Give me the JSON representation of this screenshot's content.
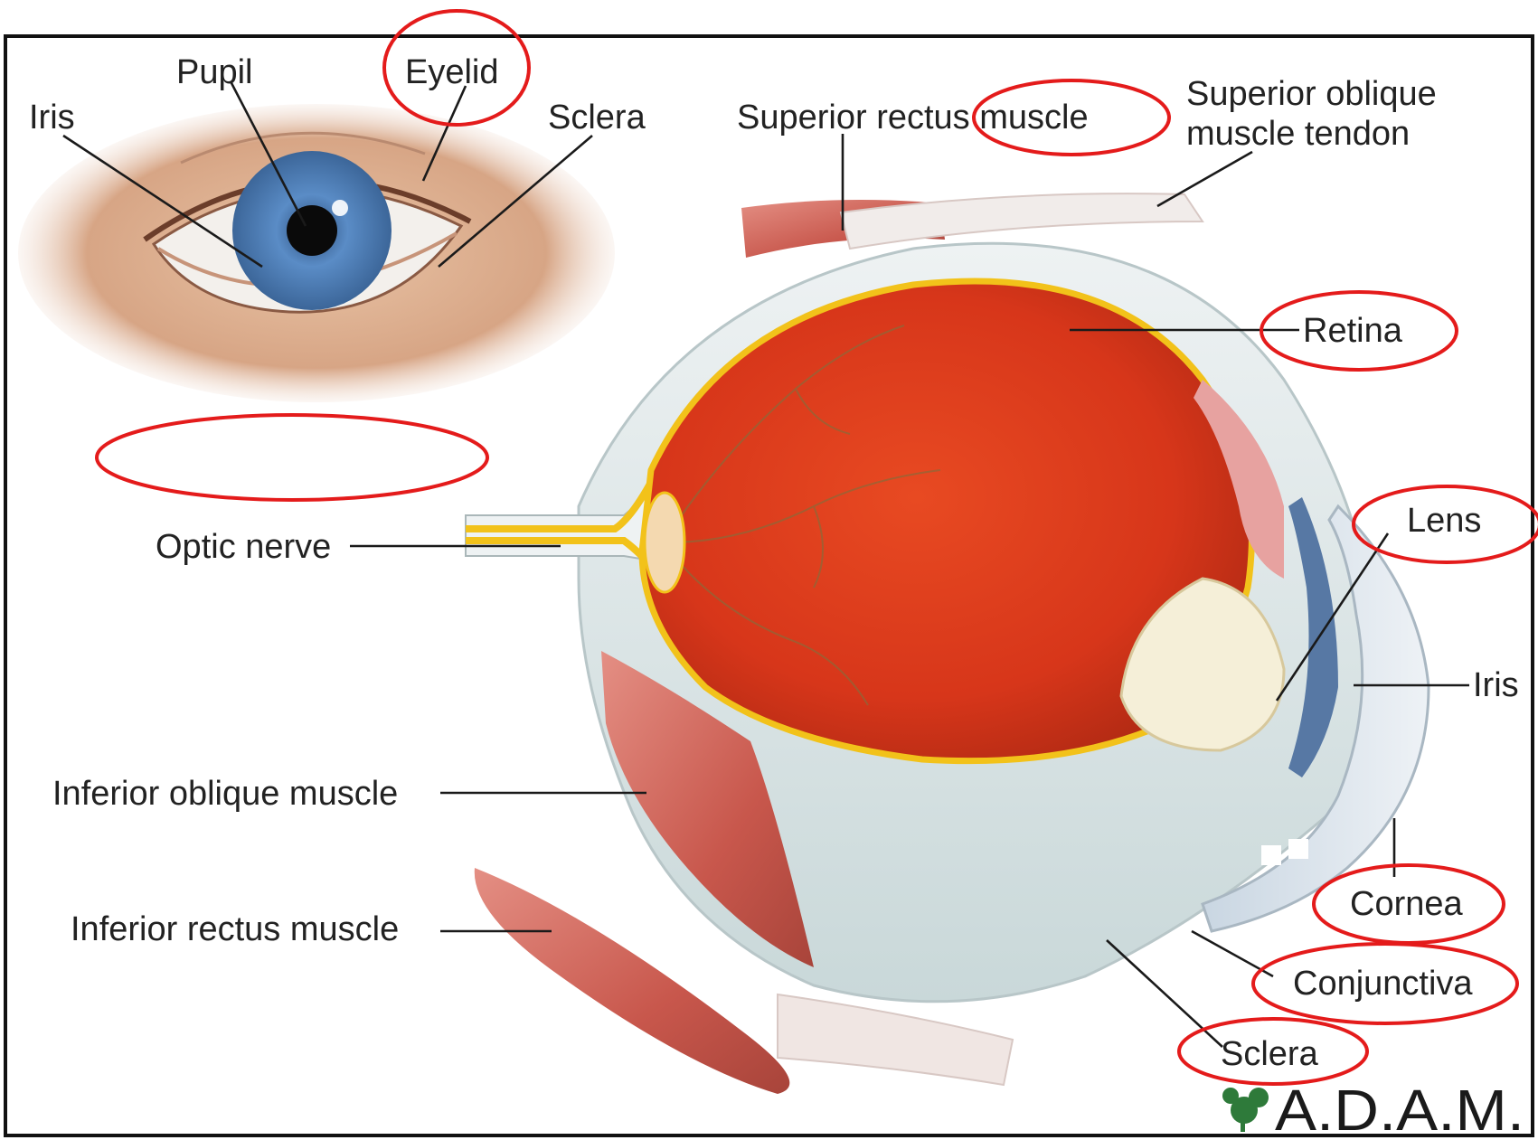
{
  "labels": {
    "pupil": "Pupil",
    "eyelid": "Eyelid",
    "iris_top": "Iris",
    "sclera_top": "Sclera",
    "superior_rectus": "Superior rectus muscle",
    "superior_oblique_line1": "Superior oblique",
    "superior_oblique_line2": "muscle tendon",
    "retina": "Retina",
    "lens": "Lens",
    "optic_nerve": "Optic nerve",
    "iris_right": "Iris",
    "inferior_oblique": "Inferior oblique muscle",
    "inferior_rectus": "Inferior rectus muscle",
    "cornea": "Cornea",
    "conjunctiva": "Conjunctiva",
    "sclera_bottom": "Sclera"
  },
  "logo": {
    "text": "A.D.A.M."
  },
  "colors": {
    "highlight": "#e41b1b",
    "frame": "#111111",
    "retina": "#d9361a",
    "sclera": "#dde6e8",
    "muscle": "#c9544a",
    "nerve": "#f2c21a",
    "iris": "#4f7fb8"
  }
}
